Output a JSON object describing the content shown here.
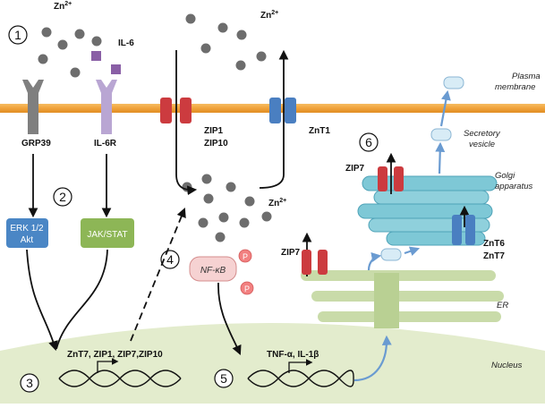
{
  "steps": [
    "1",
    "2",
    "3",
    "4",
    "5",
    "6"
  ],
  "ions": {
    "zn_top_left": "Zn",
    "zn_top_right": "Zn",
    "zn_cytosol": "Zn",
    "charge": "2+"
  },
  "ligands": {
    "il6": "IL-6"
  },
  "receptors": {
    "grp39": "GRP39",
    "il6r": "IL-6R"
  },
  "transporters": {
    "zip1": "ZIP1",
    "zip10": "ZIP10",
    "znt1": "ZnT1",
    "zip7_golgi": "ZIP7",
    "zip7_er": "ZIP7",
    "znt6": "ZnT6",
    "znt7": "ZnT7"
  },
  "signaling": {
    "erk_line1": "ERK 1/2",
    "erk_line2": "Akt",
    "jakstat": "JAK/STAT",
    "nfkb": "NF-κB",
    "phospho": "P"
  },
  "genes": {
    "zinc_genes": "ZnT7, ZIP1, ZIP7,ZIP10",
    "cytokines": "TNF-α, IL-1β"
  },
  "compartments": {
    "plasma_line1": "Plasma",
    "plasma_line2": "membrane",
    "secretory_line1": "Secretory",
    "secretory_line2": "vesicle",
    "golgi_line1": "Golgi",
    "golgi_line2": "apparatus",
    "er": "ER",
    "nucleus": "Nucleus"
  },
  "colors": {
    "membrane": "#f0a23a",
    "grp39": "#7f7f7f",
    "il6r": "#b9a6d3",
    "il6": "#8a5fa6",
    "zip": "#cc3b3f",
    "znt": "#4a7fc1",
    "erk_box": "#4a86c5",
    "jak_box": "#8db656",
    "nfkb_box": "#f6d2d2",
    "phospho": "#f28080",
    "nucleus": "#e3eccd",
    "er": "#c4d8a0",
    "golgi": "#7ec8d6",
    "vesicle": "#d8ecf6",
    "zinc_ion": "#6d6d6d",
    "blue_arrow": "#6a9bd1"
  }
}
